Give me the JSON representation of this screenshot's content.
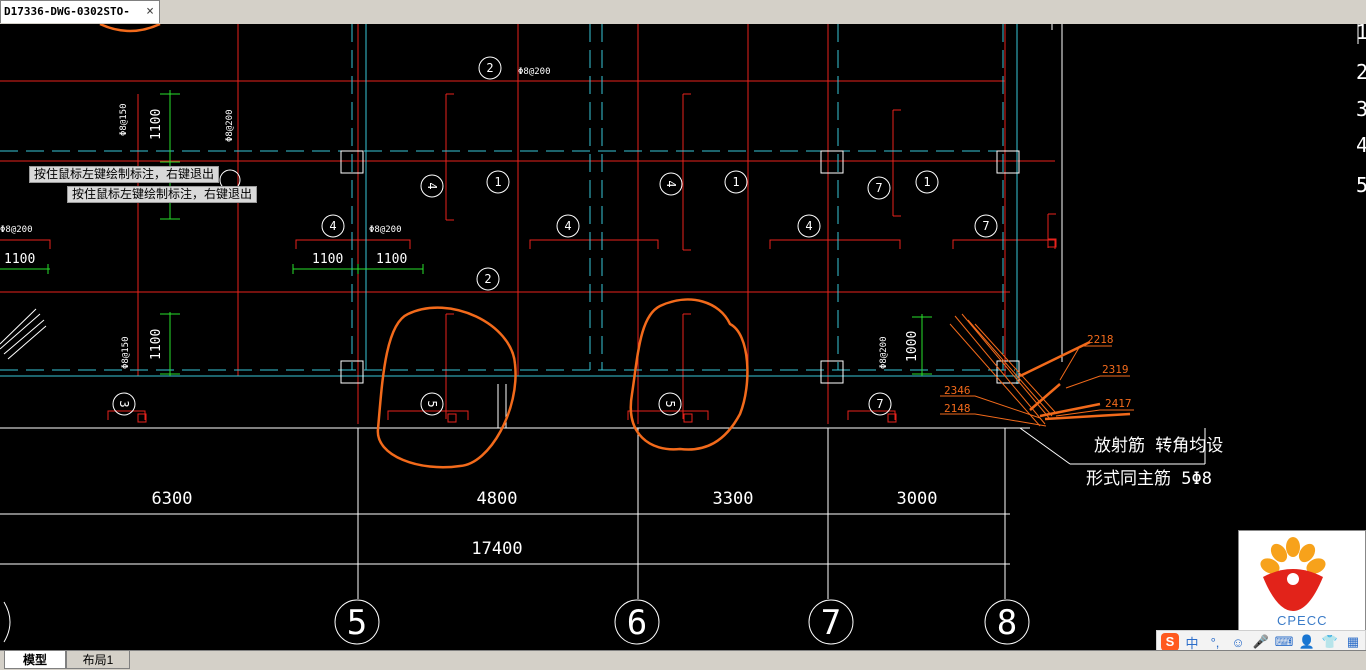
{
  "document_tab": {
    "title": "D17336-DWG-0302STO-",
    "close_glyph": "×"
  },
  "layout_tabs": [
    {
      "label": "模型",
      "active": true
    },
    {
      "label": "布局1",
      "active": false
    }
  ],
  "tooltips": [
    "按住鼠标左键绘制标注，右键退出",
    "按住鼠标左键绘制标注，右键退出"
  ],
  "drawing": {
    "rebar_notes": [
      "Φ8@200",
      "Φ8@150",
      "Φ8@200",
      "Φ8@200",
      "Φ8@200",
      "Φ8@150",
      "Φ8@200"
    ],
    "rebar_lengths": [
      "1100",
      "1100",
      "1100",
      "1100",
      "1100",
      "1100",
      "1000"
    ],
    "bar_marks": [
      "2",
      "2",
      "4",
      "1",
      "4",
      "1",
      "7",
      "1",
      "4",
      "4",
      "4",
      "7",
      "3",
      "5",
      "5",
      "7"
    ],
    "spacing_dims": [
      "6300",
      "4800",
      "3300",
      "3000"
    ],
    "total_dim": "17400",
    "grid_axes": [
      "5",
      "6",
      "7",
      "8"
    ],
    "corner_labels": [
      "2218",
      "2319",
      "2346",
      "2417",
      "2148"
    ],
    "radial_note_line1": "放射筋 转角均设",
    "radial_note_line2": "形式同主筋  5Φ8",
    "edge_numbers": [
      "1",
      "2",
      "3",
      "4",
      "5"
    ]
  },
  "logo": {
    "text": "CPECC",
    "colors": {
      "orange": "#f7a21b",
      "red": "#e2231a"
    }
  },
  "ime_bar": {
    "logo": "S",
    "items": [
      "中",
      "°,",
      "☺",
      "🎤",
      "⌨",
      "👤",
      "👕",
      "▦"
    ]
  },
  "colors": {
    "background": "#000000",
    "red_line": "#e8221c",
    "cyan_line": "#37c6d8",
    "markup": "#f26a1b",
    "green_dim": "#29e02b"
  }
}
